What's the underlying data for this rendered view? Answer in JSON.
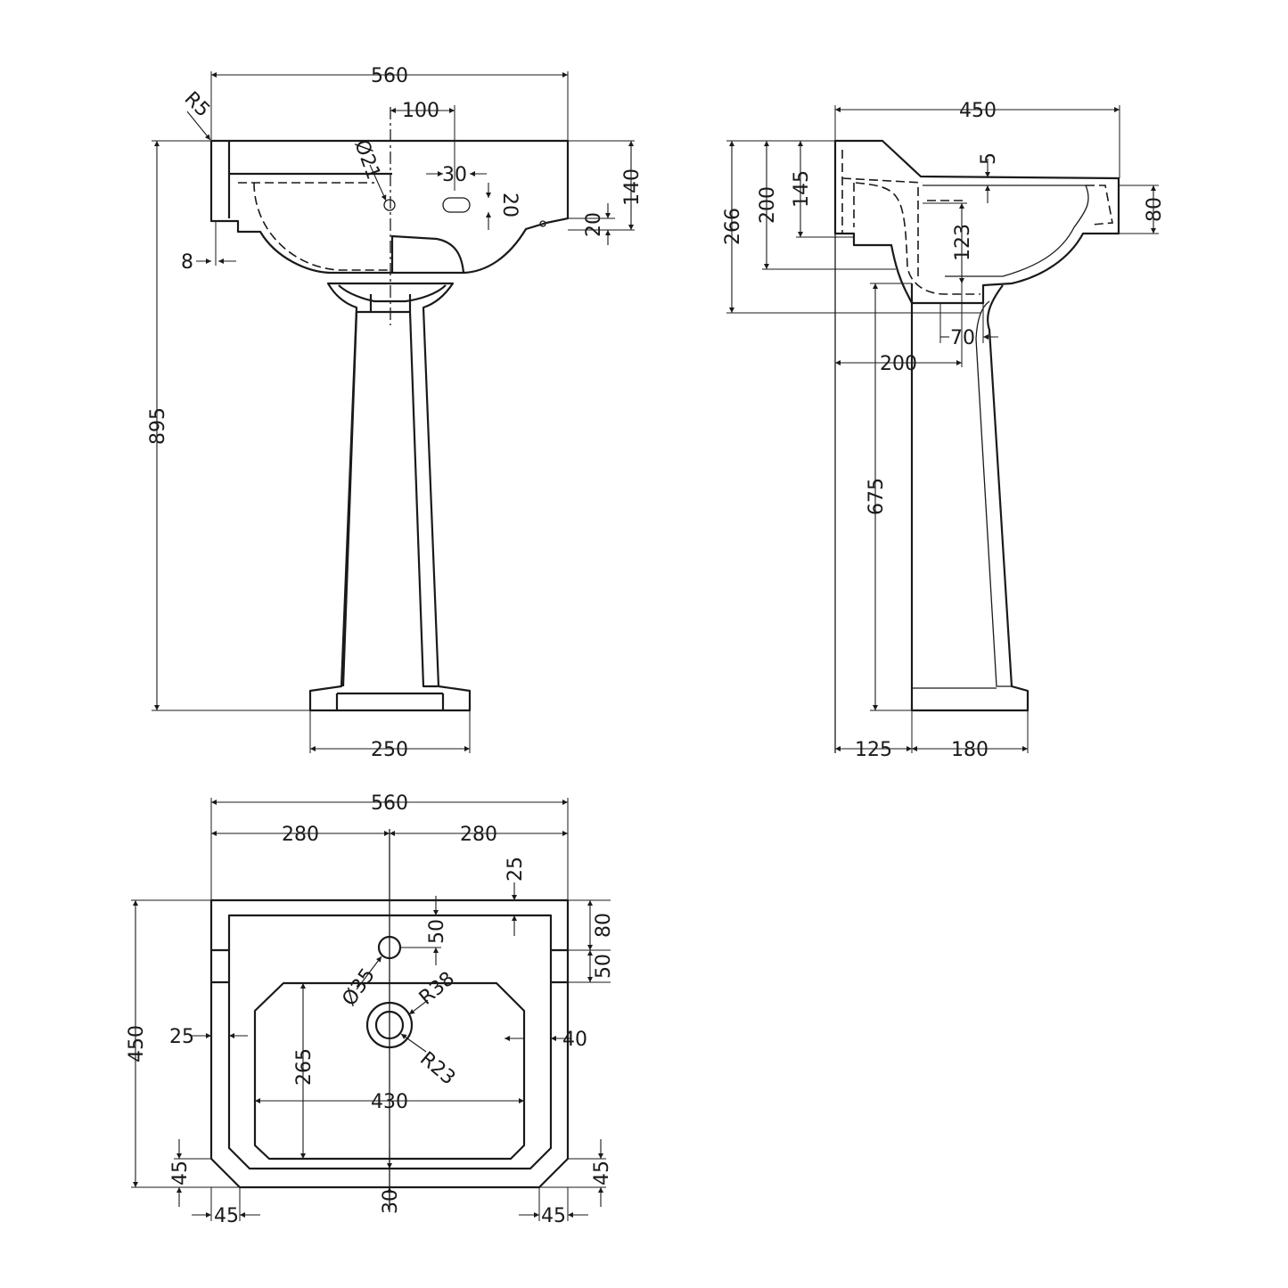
{
  "front_view": {
    "width_label": "560",
    "corner_radius_label": "R5",
    "tap_offset_label": "100",
    "tap_hole_label": "Ø21",
    "overflow_width_label": "30",
    "overflow_height_label": "20",
    "rim_height_label": "140",
    "rim_step_label": "20",
    "lip_label": "8",
    "total_height_label": "895",
    "base_width_label": "250"
  },
  "side_view": {
    "depth_label": "450",
    "top_thickness_label": "5",
    "bowl_drop_label": "80",
    "bracket_height_label": "145",
    "bowl_height_label": "200",
    "basin_height_label": "266",
    "waste_height_label": "123",
    "waste_width_label": "70",
    "waste_offset_label": "200",
    "pedestal_height_label": "675",
    "wall_gap_label": "125",
    "pedestal_depth_label": "180"
  },
  "plan_view": {
    "width_label": "560",
    "left_half_label": "280",
    "right_half_label": "280",
    "back_rim_label": "25",
    "tap_centre_label": "50",
    "back_step_label": "80",
    "side_step_label": "50",
    "tap_hole_label": "Ø35",
    "waste_outer_label": "R38",
    "waste_inner_label": "R23",
    "left_rim_label": "25",
    "right_rim_label": "40",
    "bowl_depth_label": "265",
    "bowl_width_label": "430",
    "depth_label": "450",
    "left_chamfer_height_label": "45",
    "right_chamfer_height_label": "45",
    "front_rim_label": "30",
    "left_chamfer_width_label": "45",
    "right_chamfer_width_label": "45"
  }
}
